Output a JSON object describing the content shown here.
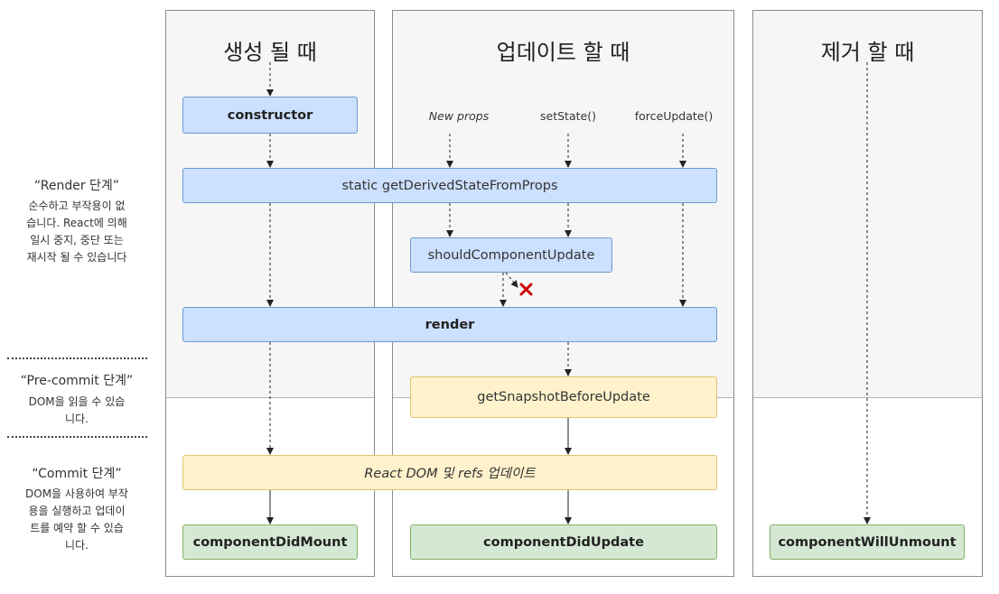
{
  "columns": {
    "mount": {
      "title": "생성 될 때"
    },
    "update": {
      "title": "업데이트 할 때"
    },
    "unmount": {
      "title": "제거 할 때"
    }
  },
  "triggers": {
    "new_props": "New props",
    "set_state": "setState()",
    "force_update": "forceUpdate()"
  },
  "methods": {
    "constructor": "constructor",
    "get_derived": "static getDerivedStateFromProps",
    "should_update": "shouldComponentUpdate",
    "render": "render",
    "snapshot": "getSnapshotBeforeUpdate",
    "dom_update": "React DOM 및 refs 업데이트",
    "did_mount": "componentDidMount",
    "did_update": "componentDidUpdate",
    "will_unmount": "componentWillUnmount"
  },
  "phases": {
    "render": {
      "title": "“Render 단계”",
      "desc": [
        "순수하고 부작용이 없",
        "습니다. React에 의해",
        "일시 중지, 중단 또는",
        "재시작 될 수 있습니다"
      ]
    },
    "precommit": {
      "title": "“Pre-commit 단계”",
      "desc": [
        "DOM을 읽을 수 있습",
        "니다."
      ]
    },
    "commit": {
      "title": "“Commit 단계”",
      "desc": [
        "DOM을 사용하여 부작",
        "용을 실행하고 업데이",
        "트를 예약 할 수 있습",
        "니다."
      ]
    }
  },
  "colors": {
    "blue_fill": "#cce0ff",
    "yellow_fill": "#fff2cc",
    "green_fill": "#d5e8d4",
    "cancel_mark": "#cc0000"
  },
  "icons": {
    "cancel": "x-mark-icon"
  }
}
